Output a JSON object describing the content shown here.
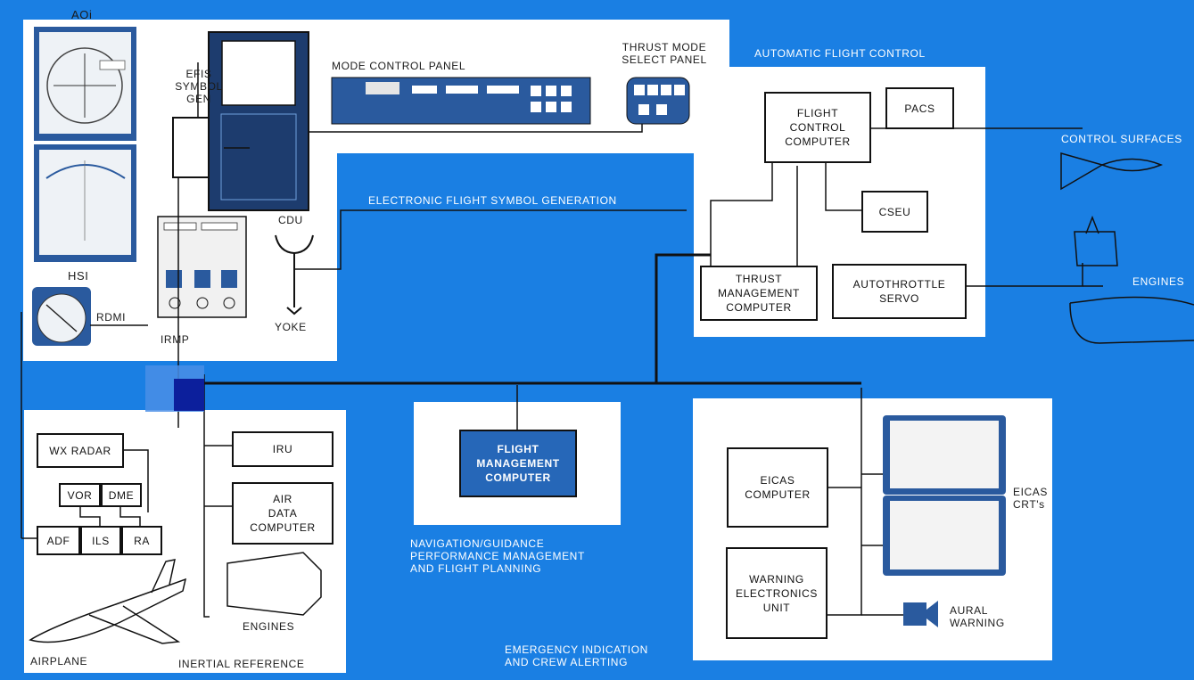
{
  "labels": {
    "aoi": "AOi",
    "efis_symbol_gen": "EFIS\nSYMBOL\nGEN",
    "mode_control_panel": "MODE CONTROL PANEL",
    "thrust_mode_select_panel": "THRUST MODE\nSELECT PANEL",
    "automatic_flight_control": "AUTOMATIC FLIGHT CONTROL",
    "control_surfaces": "CONTROL SURFACES",
    "cdu": "CDU",
    "electronic_flight_symbol_generation": "ELECTRONIC FLIGHT SYMBOL GENERATION",
    "engines_right": "ENGINES",
    "hsi": "HSI",
    "rdmi": "RDMI",
    "yoke": "YOKE",
    "irmp": "IRMP",
    "eicas_crts": "EICAS\nCRT's",
    "aural_warning": "AURAL\nWARNING",
    "navigation_guidance": "NAVIGATION/GUIDANCE\nPERFORMANCE MANAGEMENT\nAND FLIGHT PLANNING",
    "engines_left": "ENGINES",
    "airplane": "AIRPLANE",
    "inertial_reference": "INERTIAL REFERENCE",
    "emergency_indication": "EMERGENCY INDICATION\nAND CREW ALERTING"
  },
  "boxes": {
    "flight_control_computer": "FLIGHT\nCONTROL\nCOMPUTER",
    "pacs": "PACS",
    "cseu": "CSEU",
    "thrust_management_computer": "THRUST\nMANAGEMENT\nCOMPUTER",
    "autothrottle_servo": "AUTOTHROTTLE\nSERVO",
    "wx_radar": "WX RADAR",
    "iru": "IRU",
    "vor": "VOR",
    "dme": "DME",
    "air_data_computer": "AIR\nDATA\nCOMPUTER",
    "adf": "ADF",
    "ils": "ILS",
    "ra": "RA",
    "flight_management_computer": "FLIGHT\nMANAGEMENT\nCOMPUTER",
    "eicas_computer": "EICAS\nCOMPUTER",
    "warning_electronics_unit": "WARNING\nELECTRONICS\nUNIT"
  },
  "colors": {
    "background": "#1a7fe3",
    "panel": "#ffffff",
    "fmc_box": "#2667b8",
    "line": "#111111"
  }
}
